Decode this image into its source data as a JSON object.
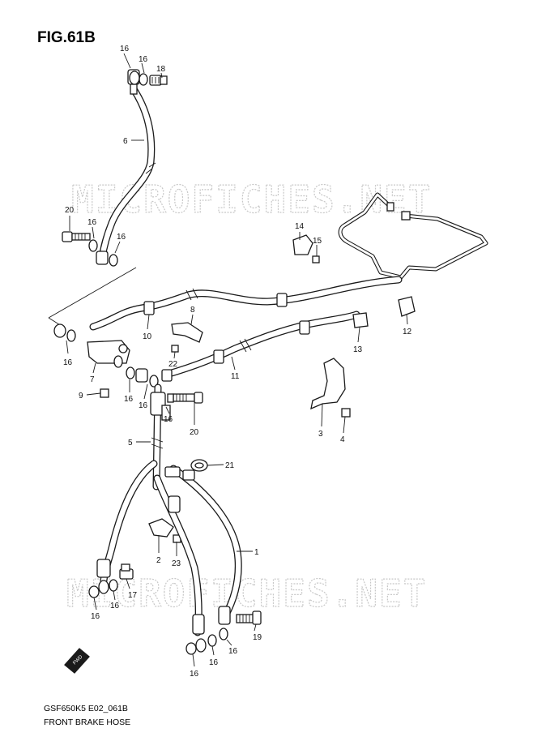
{
  "figure_title": "FIG.61B",
  "footer": {
    "code": "GSF650K5 E02_061B",
    "name": "FRONT BRAKE HOSE"
  },
  "watermark": "MICROFICHES.NET",
  "direction_marker": "FWD",
  "callouts": [
    {
      "id": "c1",
      "text": "16"
    },
    {
      "id": "c2",
      "text": "16"
    },
    {
      "id": "c3",
      "text": "18"
    },
    {
      "id": "c4",
      "text": "6"
    },
    {
      "id": "c5",
      "text": "20"
    },
    {
      "id": "c6",
      "text": "16"
    },
    {
      "id": "c7",
      "text": "16"
    },
    {
      "id": "c8",
      "text": "14"
    },
    {
      "id": "c9",
      "text": "15"
    },
    {
      "id": "c10",
      "text": "8"
    },
    {
      "id": "c11",
      "text": "10"
    },
    {
      "id": "c12",
      "text": "12"
    },
    {
      "id": "c13",
      "text": "13"
    },
    {
      "id": "c14",
      "text": "16"
    },
    {
      "id": "c15",
      "text": "22"
    },
    {
      "id": "c16",
      "text": "7"
    },
    {
      "id": "c17",
      "text": "11"
    },
    {
      "id": "c18",
      "text": "9"
    },
    {
      "id": "c19",
      "text": "16"
    },
    {
      "id": "c20",
      "text": "16"
    },
    {
      "id": "c21",
      "text": "16"
    },
    {
      "id": "c22",
      "text": "20"
    },
    {
      "id": "c23",
      "text": "3"
    },
    {
      "id": "c24",
      "text": "4"
    },
    {
      "id": "c25",
      "text": "5"
    },
    {
      "id": "c26",
      "text": "21"
    },
    {
      "id": "c27",
      "text": "1"
    },
    {
      "id": "c28",
      "text": "2"
    },
    {
      "id": "c29",
      "text": "23"
    },
    {
      "id": "c30",
      "text": "17"
    },
    {
      "id": "c31",
      "text": "16"
    },
    {
      "id": "c32",
      "text": "16"
    },
    {
      "id": "c33",
      "text": "16"
    },
    {
      "id": "c34",
      "text": "19"
    },
    {
      "id": "c35",
      "text": "16"
    },
    {
      "id": "c36",
      "text": "16"
    }
  ]
}
